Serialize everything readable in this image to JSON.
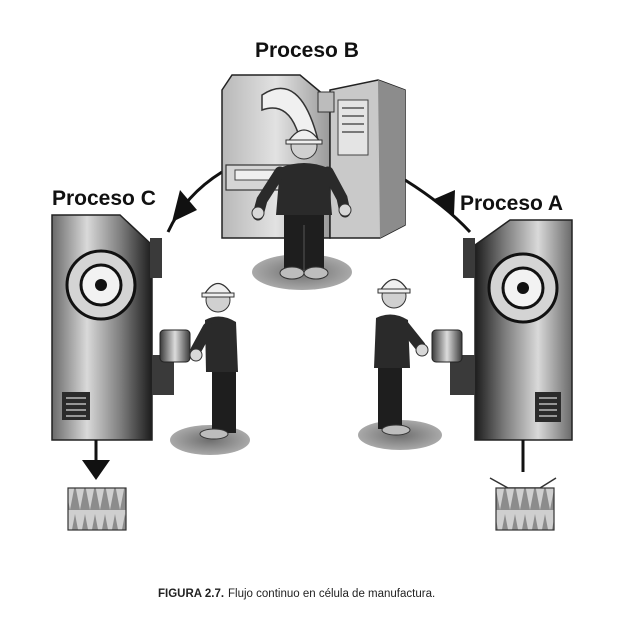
{
  "labels": {
    "proceso_b": "Proceso B",
    "proceso_c": "Proceso C",
    "proceso_a": "Proceso A"
  },
  "caption": {
    "figure": "FIGURA 2.7.",
    "text": "Flujo continuo en célula de manufactura."
  },
  "colors": {
    "machine_dark": "#2e2e2e",
    "machine_light": "#cfcfcf",
    "worker_shirt": "#2a2a2a",
    "floor_shadow": "#8a8a8a"
  },
  "icons": {
    "flow_arrow": "arrowhead",
    "output_arrow": "down-arrow",
    "worker": "helmet-worker",
    "machine": "lathe-machine"
  }
}
